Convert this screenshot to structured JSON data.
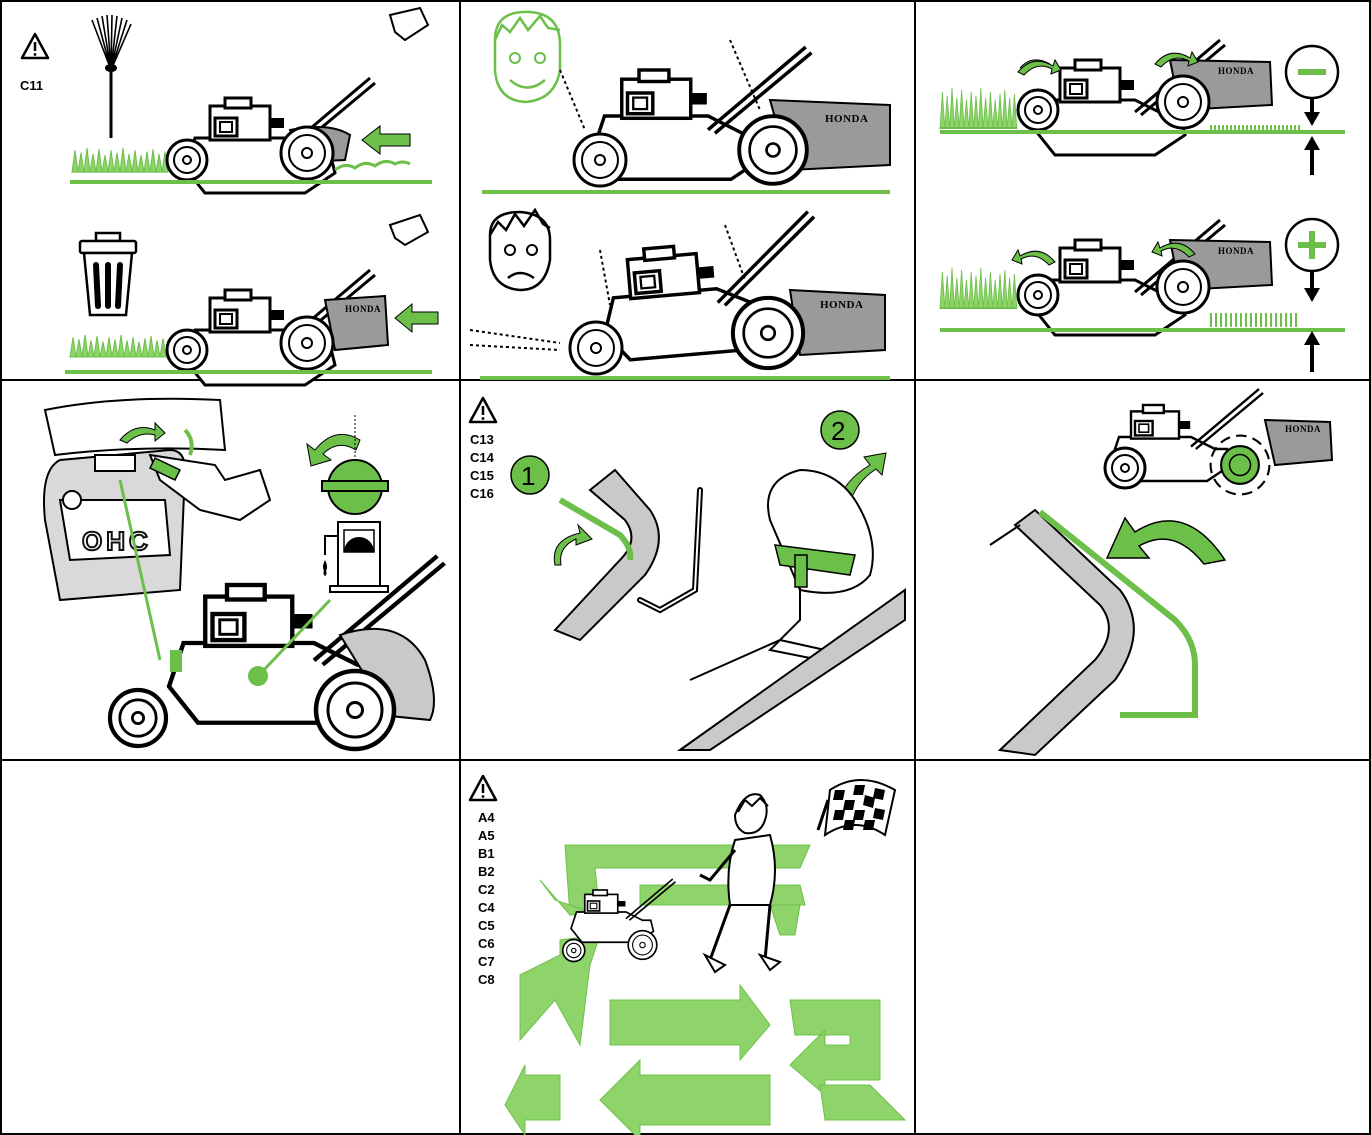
{
  "panels": {
    "p1": {
      "refs": [
        "C11"
      ]
    },
    "p5": {
      "refs": [
        "C13",
        "C14",
        "C15",
        "C16"
      ],
      "steps": [
        "1",
        "2"
      ]
    },
    "p8": {
      "refs": [
        "A4",
        "A5",
        "B1",
        "B2",
        "C2",
        "C4",
        "C5",
        "C6",
        "C7",
        "C8"
      ]
    }
  },
  "brand_text": "HONDA",
  "engine_label": "OHC",
  "colors": {
    "green": "#6cc04a",
    "light_green": "#8fd36b",
    "gray": "#c9c9c9",
    "dark_gray": "#9a9a9a",
    "line": "#000000"
  },
  "icons": [
    "warning-triangle-icon",
    "rake-icon",
    "trash-can-icon",
    "happy-face-icon",
    "sad-face-icon",
    "minus-circle-icon",
    "plus-circle-icon",
    "fuel-pump-icon",
    "fuel-valve-icon",
    "checkered-flag-icon"
  ]
}
